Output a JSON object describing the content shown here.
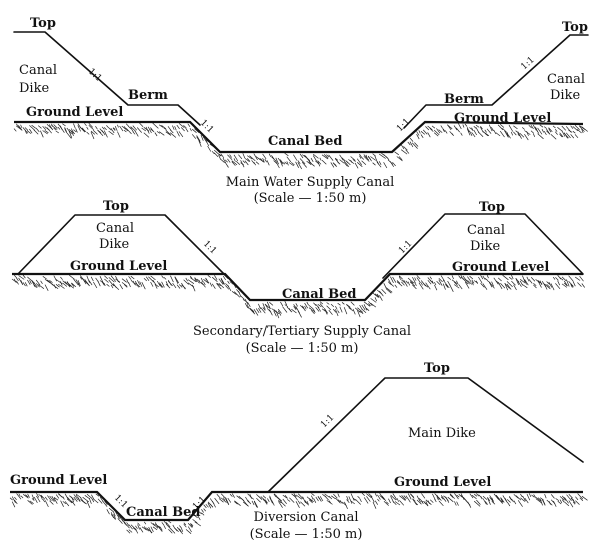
{
  "diagrams": [
    {
      "caption": "Main Water Supply Canal",
      "scale": "(Scale — 1:50 m)",
      "labels": {
        "top_left": "Top",
        "top_right": "Top",
        "dike_left_1": "Canal",
        "dike_left_2": "Dike",
        "dike_right_1": "Canal",
        "dike_right_2": "Dike",
        "berm_left": "Berm",
        "berm_right": "Berm",
        "ground_left": "Ground Level",
        "ground_right": "Ground Level",
        "bed": "Canal Bed"
      },
      "slopes": [
        "1:1",
        "1:1",
        "1:1",
        "1:1"
      ]
    },
    {
      "caption": "Secondary/Tertiary Supply Canal",
      "scale": "(Scale — 1:50 m)",
      "labels": {
        "top_left": "Top",
        "top_right": "Top",
        "dike_left_1": "Canal",
        "dike_left_2": "Dike",
        "dike_right_1": "Canal",
        "dike_right_2": "Dike",
        "ground_left": "Ground Level",
        "ground_right": "Ground Level",
        "bed": "Canal Bed"
      },
      "slopes": [
        "1:1",
        "1:1"
      ]
    },
    {
      "caption": "Diversion Canal",
      "scale": "(Scale — 1:50 m)",
      "labels": {
        "top": "Top",
        "main_dike": "Main Dike",
        "ground_left": "Ground Level",
        "ground_right": "Ground Level",
        "bed": "Canal Bed"
      },
      "slopes": [
        "1:1",
        "1:1",
        "1:1"
      ]
    }
  ]
}
